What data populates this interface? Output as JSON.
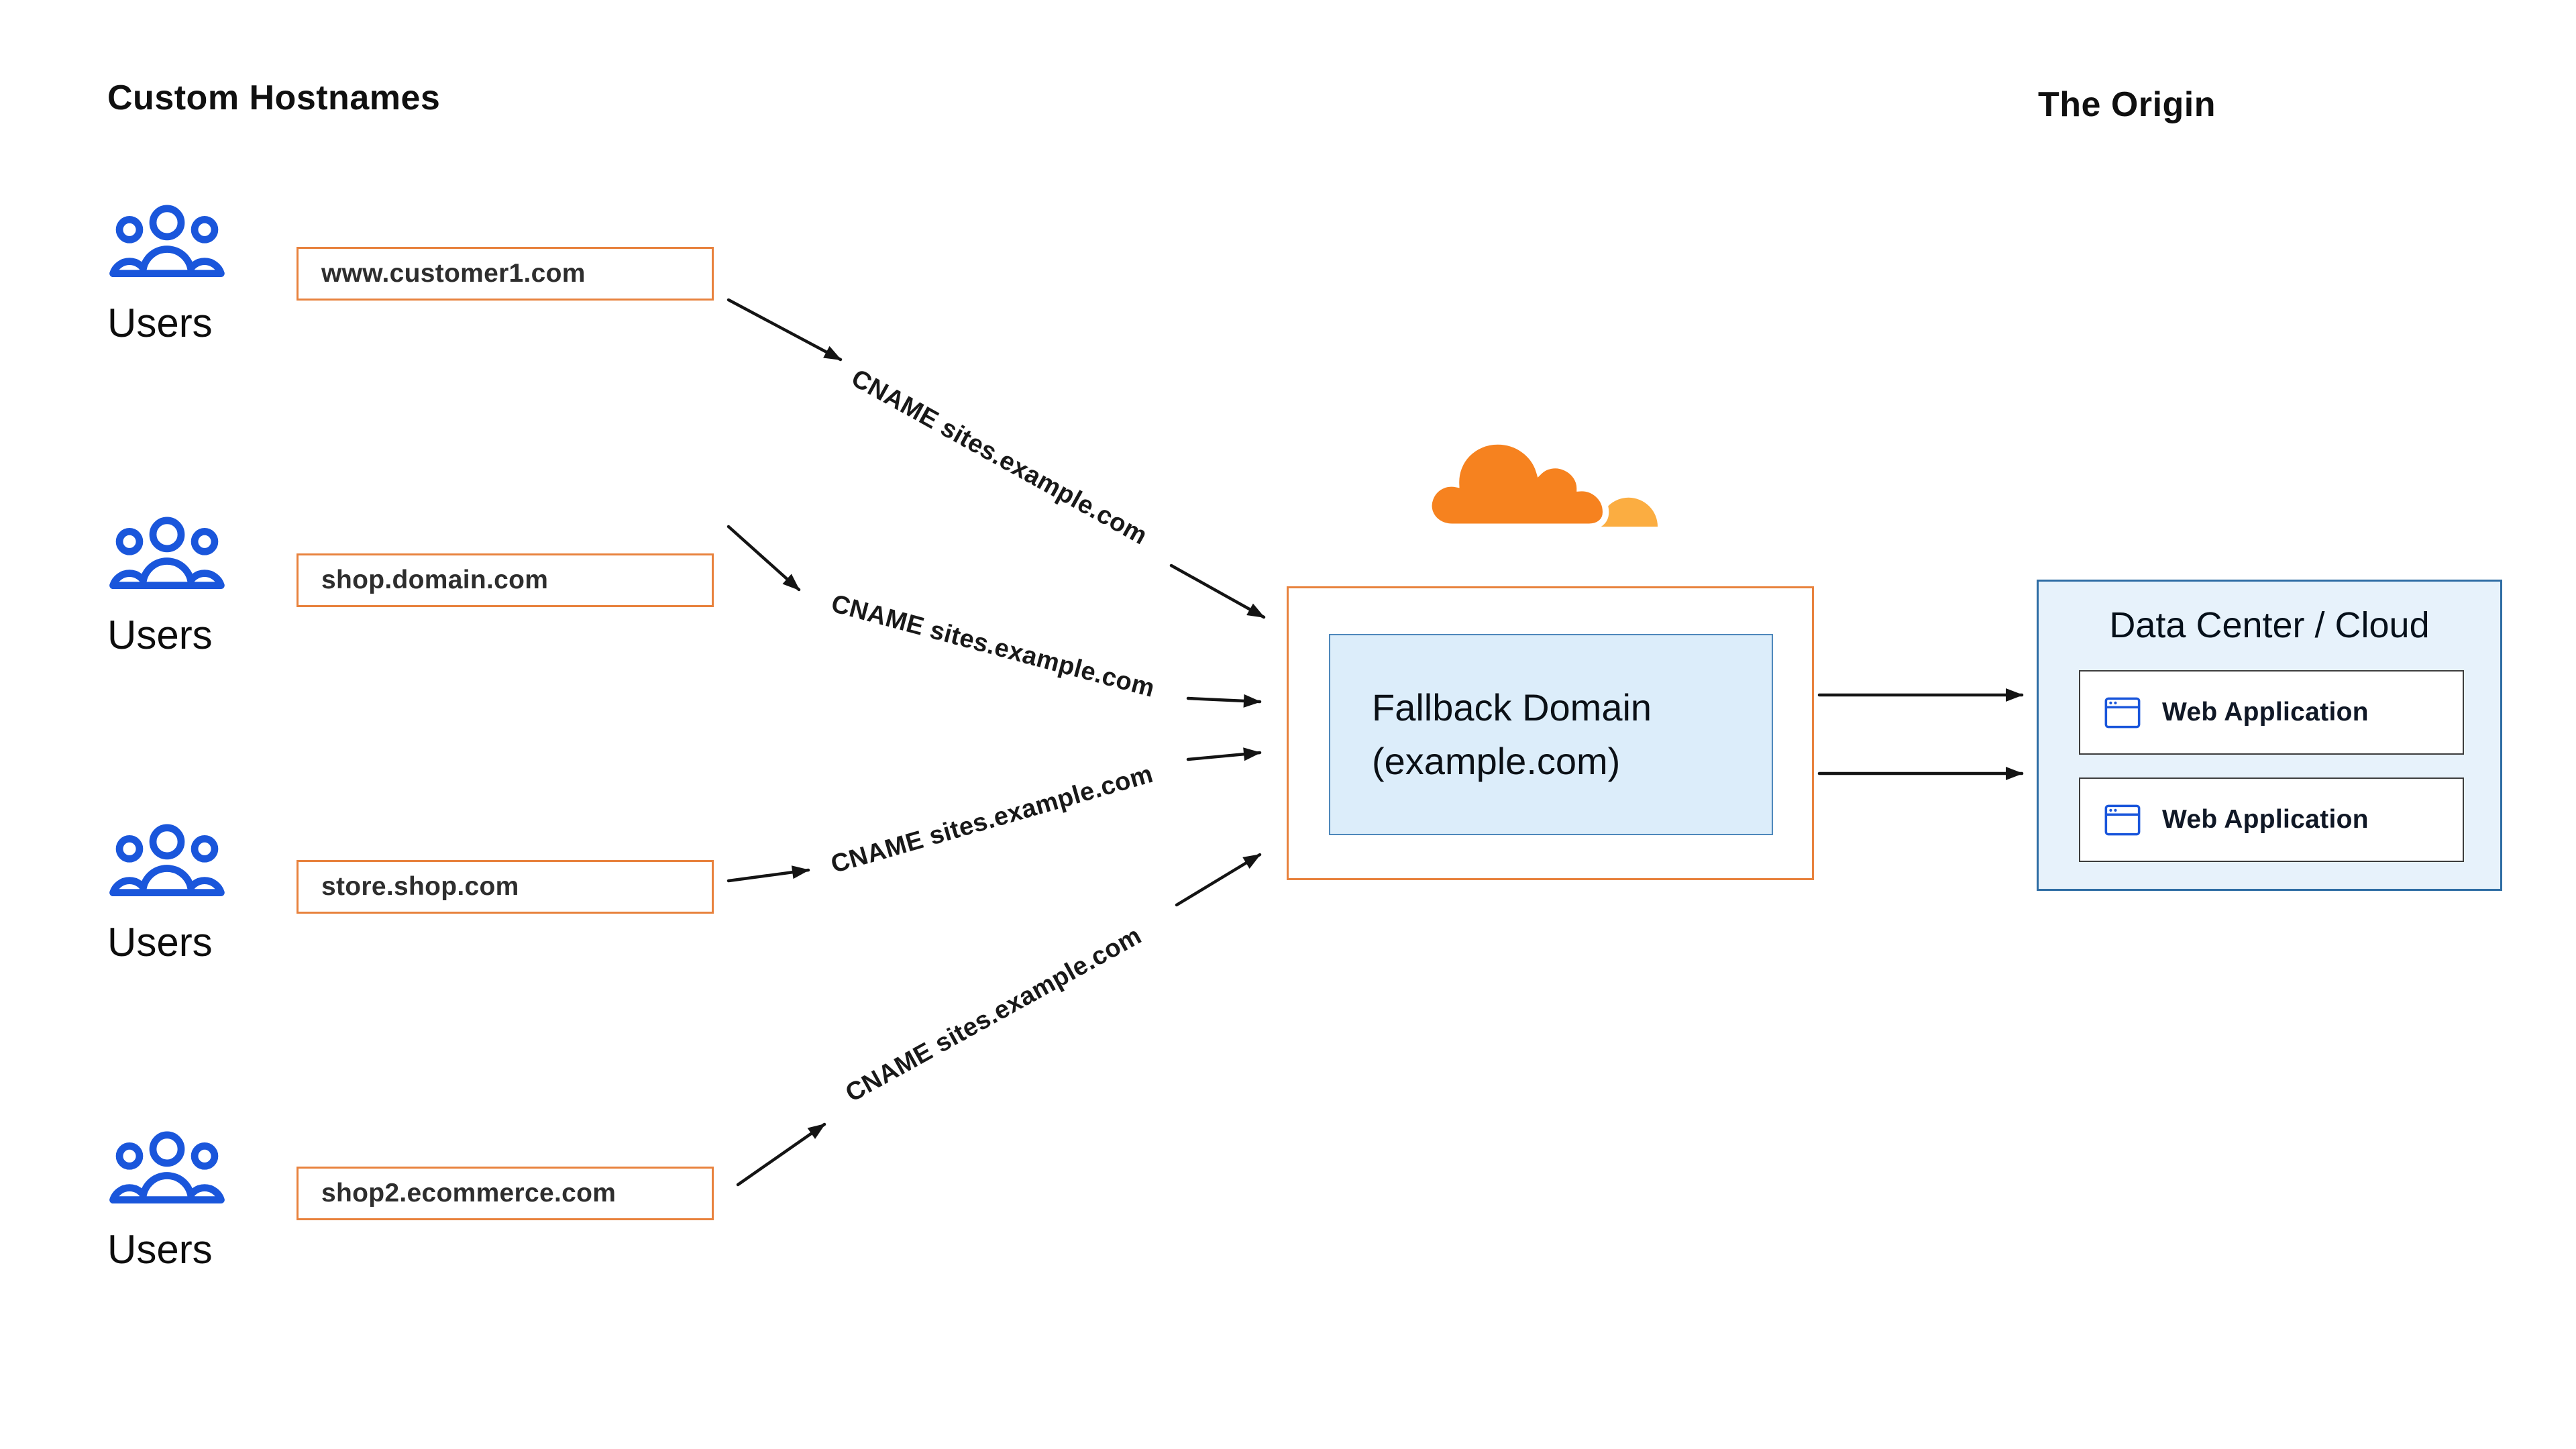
{
  "diagram": {
    "left_title": "Custom Hostnames",
    "right_title": "The Origin",
    "users_label": "Users",
    "hostnames": [
      "www.customer1.com",
      "shop.domain.com",
      "store.shop.com",
      "shop2.ecommerce.com"
    ],
    "cname_label": "CNAME sites.example.com",
    "fallback_box": {
      "line1": "Fallback Domain",
      "line2": "(example.com)"
    },
    "origin_box": {
      "title": "Data Center / Cloud",
      "applications": [
        "Web Application",
        "Web Application"
      ]
    }
  },
  "icons": {
    "users": "users-group-icon",
    "cloud": "cloudflare-logo",
    "application": "browser-window-icon"
  },
  "colors": {
    "accent-orange": "#E8823D",
    "cloudflare-orange": "#F6821F",
    "cloudflare-light-orange": "#FBAD41",
    "icon-blue": "#1A56DB",
    "panel-blue-bg": "#E7F2FB",
    "panel-blue-border": "#2E6DA4",
    "inner-blue-bg": "#DCEDFA",
    "inner-blue-border": "#4E88BB",
    "arrow-black": "#141414"
  }
}
